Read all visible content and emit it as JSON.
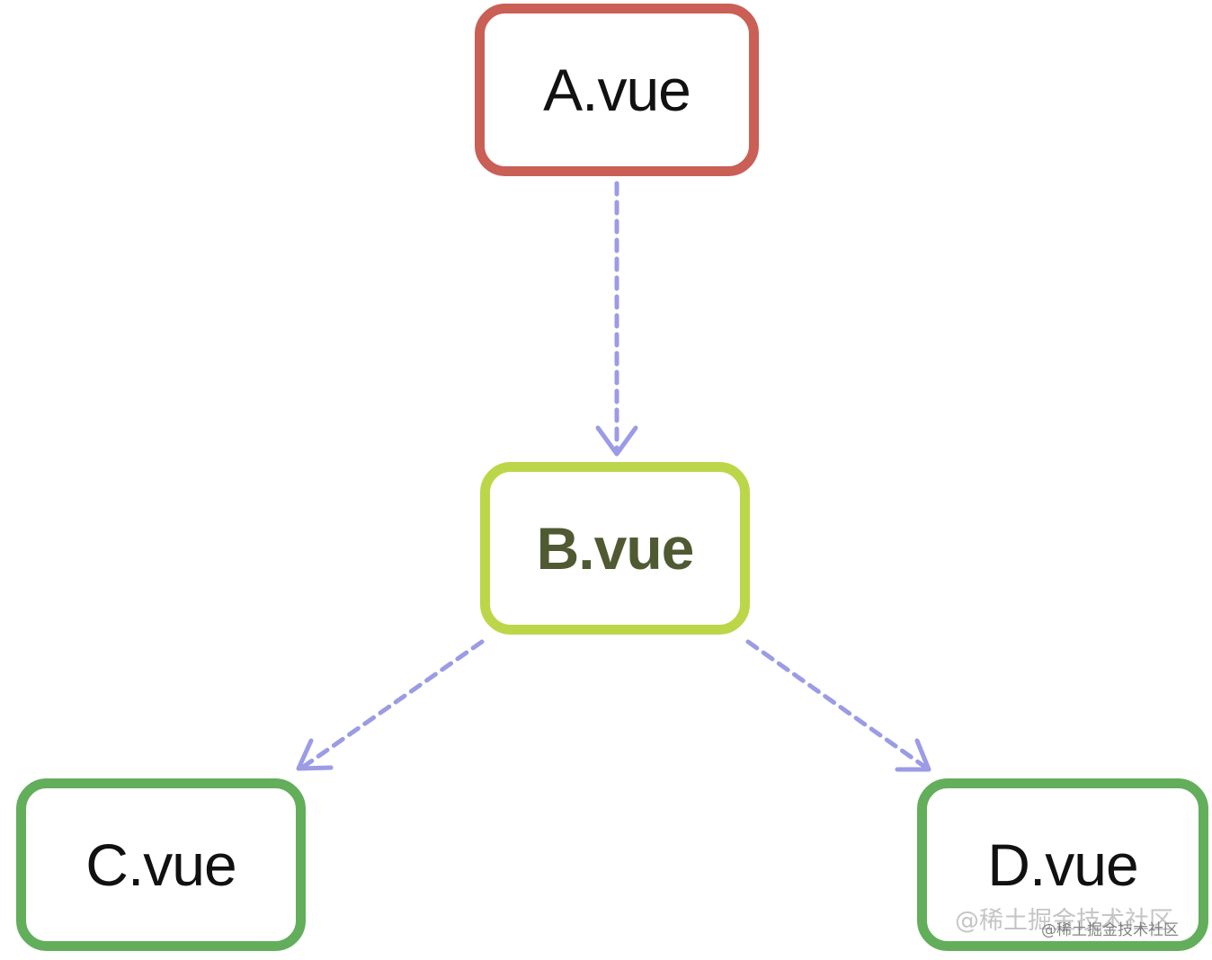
{
  "nodes": {
    "a": {
      "label": "A.vue"
    },
    "b": {
      "label": "B.vue"
    },
    "c": {
      "label": "C.vue"
    },
    "d": {
      "label": "D.vue"
    }
  },
  "edges": [
    {
      "from": "A.vue",
      "to": "B.vue"
    },
    {
      "from": "B.vue",
      "to": "C.vue"
    },
    {
      "from": "B.vue",
      "to": "D.vue"
    }
  ],
  "watermark": {
    "large": "@稀土掘金技术社区",
    "small": "@稀土掘金技术社区"
  },
  "colors": {
    "node_a_border": "#c95f55",
    "node_b_border": "#bcd64a",
    "node_b_text": "#4f5a33",
    "node_cd_border": "#63ae5b",
    "edge": "#9b9be6"
  }
}
